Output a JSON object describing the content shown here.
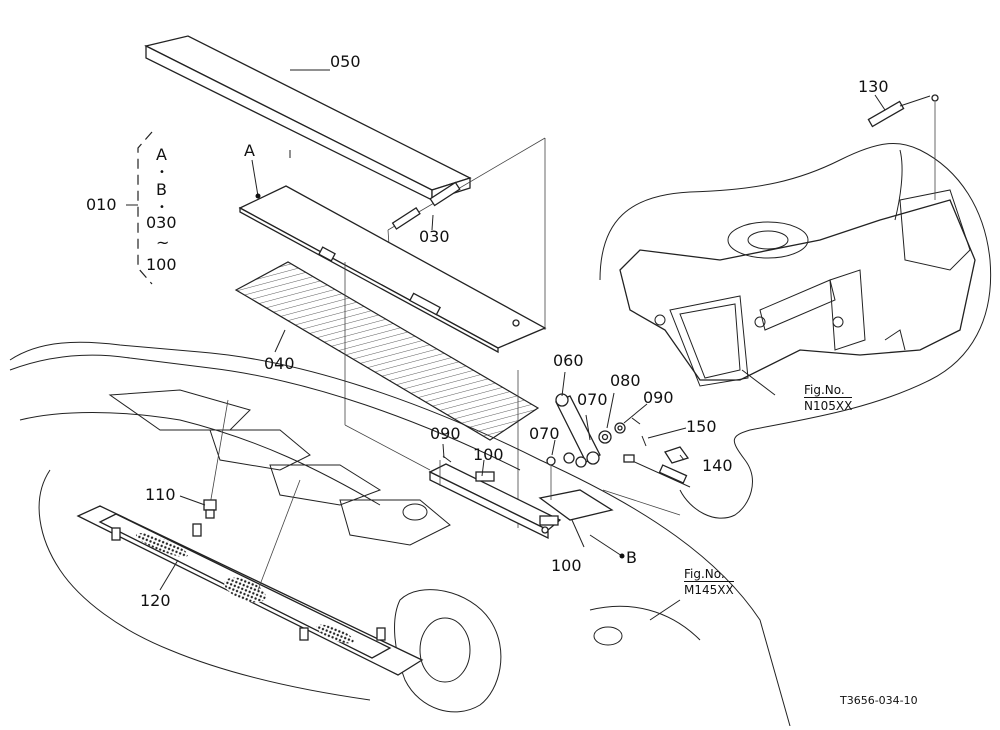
{
  "drawing_id": "T3656-034-10",
  "group": {
    "number": "010",
    "members": [
      "A",
      "•",
      "B",
      "•",
      "030",
      "~",
      "100"
    ]
  },
  "callouts": {
    "c050": "050",
    "cA_top": "A",
    "c030": "030",
    "c040": "040",
    "c060": "060",
    "c070a": "070",
    "c070b": "070",
    "c080": "080",
    "c090a": "090",
    "c090b": "090",
    "c100a": "100",
    "c100b": "100",
    "c110": "110",
    "c120": "120",
    "c130": "130",
    "c140": "140",
    "c150": "150",
    "cB": "B"
  },
  "figure_refs": {
    "ref1": {
      "label": "Fig.No.",
      "code": "N105XX"
    },
    "ref2": {
      "label": "Fig.No.",
      "code": "M145XX"
    }
  }
}
